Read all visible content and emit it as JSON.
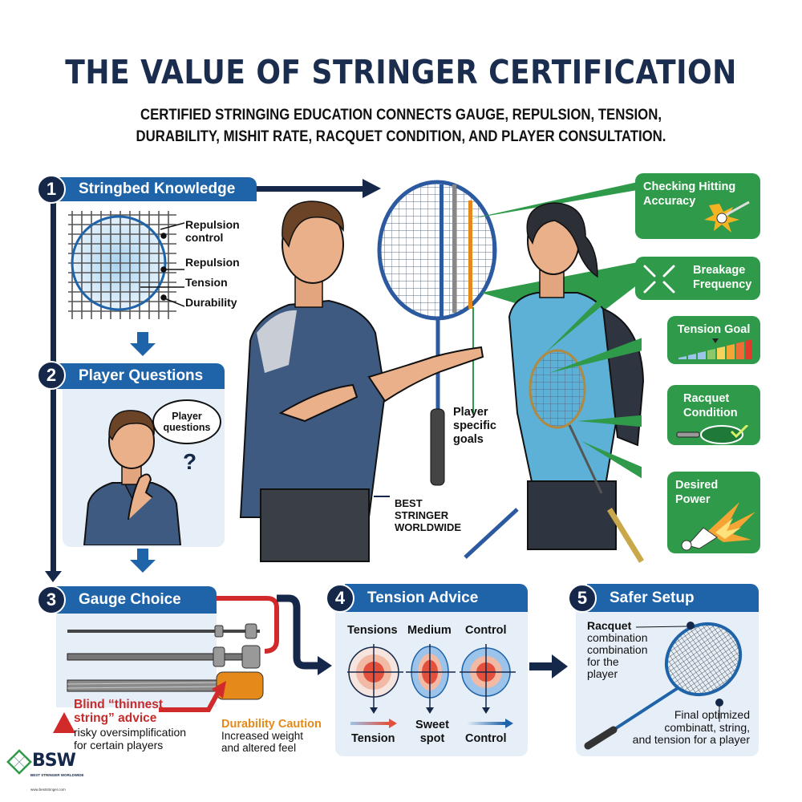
{
  "header": {
    "title": "THE VALUE OF STRINGER CERTIFICATION",
    "subtitle_line1": "CERTIFIED STRINGING EDUCATION CONNECTS GAUGE, REPULSION, TENSION,",
    "subtitle_line2": "DURABILITY, MISHIT RATE, RACQUET CONDITION, AND PLAYER CONSULTATION."
  },
  "steps": [
    {
      "number": "1",
      "title": "Stringbed Knowledge",
      "labels": [
        "Repulsion control",
        "Repulsion",
        "Tension",
        "Durability"
      ]
    },
    {
      "number": "2",
      "title": "Player Questions",
      "speech_bubble": "Player questions",
      "question_mark": "?"
    },
    {
      "number": "3",
      "title": "Gauge Choice",
      "warning_title_line1": "Blind “thinnest",
      "warning_title_line2": "string” advice",
      "warning_desc_line1": "risky oversimplification",
      "warning_desc_line2": "for certain players",
      "caution_title": "Durability Caution",
      "caution_desc_line1": "Increased weight",
      "caution_desc_line2": "and altered feel"
    },
    {
      "number": "4",
      "title": "Tension Advice",
      "columns": [
        "Tensions",
        "Medium",
        "Control"
      ],
      "bottom_labels": [
        "Tension",
        "Sweet spot",
        "Control"
      ]
    },
    {
      "number": "5",
      "title": "Safer Setup",
      "racquet_label": "Racquet",
      "racquet_desc_lines": [
        "combination",
        "combination",
        "for the",
        "player"
      ],
      "final_lines": [
        "Final optimized",
        "combinatt, string,",
        "and tension for a player"
      ]
    }
  ],
  "center": {
    "player_goals_lines": [
      "Player",
      "specific",
      "goals"
    ],
    "badge_lines": [
      "BEST",
      "STRINGER",
      "WORLDWIDE"
    ]
  },
  "callouts": [
    {
      "label_line1": "Checking Hitting",
      "label_line2": "Accuracy",
      "icon": "impact-icon"
    },
    {
      "label_line1": "Breakage",
      "label_line2": "Frequency",
      "icon": "broken-string-icon"
    },
    {
      "label_line1": "Tension Goal",
      "label_line2": "",
      "icon": "tension-scale-icon"
    },
    {
      "label_line1": "Racquet",
      "label_line2": "Condition",
      "icon": "racquet-check-icon"
    },
    {
      "label_line1": "Desired",
      "label_line2": "Power",
      "icon": "shuttlecock-burst-icon"
    }
  ],
  "logo": {
    "text": "BSW",
    "tagline": "BEST STRINGER WORLDWIDE",
    "url": "www.beststringer.com"
  },
  "colors": {
    "navy": "#16284a",
    "blue": "#1f63a8",
    "green": "#2f9a4a",
    "red": "#d12a2a",
    "orange": "#e58a1a",
    "panel": "#e6eff8"
  }
}
